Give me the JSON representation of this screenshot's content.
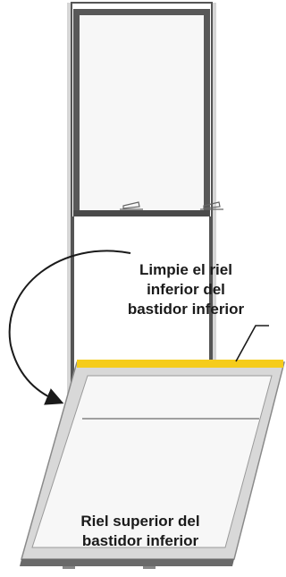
{
  "labels": {
    "clean_instruction": [
      "Limpie el riel",
      "inferior del",
      "bastidor inferior"
    ],
    "rail_label": [
      "Riel superior del",
      "bastidor inferior"
    ]
  },
  "colors": {
    "frame_light": "#d6d6d6",
    "frame_dark": "#555555",
    "highlight": "#f5cc1b",
    "glass": "#f7f7f7",
    "arrow": "#1a1a1a"
  },
  "icons": {
    "rotate_arrow": "curved-arrow",
    "latch": "sash-lock"
  }
}
